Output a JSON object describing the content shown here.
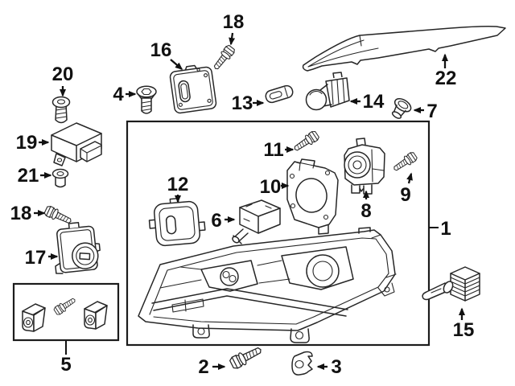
{
  "figure": {
    "background": "#ffffff",
    "line_color": "#262626",
    "callouts": {
      "1": "1",
      "2": "2",
      "3": "3",
      "4": "4",
      "5": "5",
      "6": "6",
      "7": "7",
      "8": "8",
      "9": "9",
      "10": "10",
      "11": "11",
      "12": "12",
      "13": "13",
      "14": "14",
      "15": "15",
      "16": "16",
      "17": "17",
      "18a": "18",
      "18b": "18",
      "19": "19",
      "20": "20",
      "21": "21",
      "22": "22"
    },
    "parts": {
      "1": "headlamp-assembly-box",
      "2": "hex-flange-bolt",
      "3": "retainer-grommet",
      "4": "countersunk-screw",
      "5": "mounting-bracket-kit-box",
      "6": "connector-module",
      "7": "push-clip",
      "8": "igniter-module",
      "9": "hex-bolt",
      "10": "mounting-bracket-plate",
      "11": "hex-bolt",
      "12": "rubber-seal",
      "13": "wedge-bulb",
      "14": "bulb-socket",
      "15": "halogen-bulb",
      "16": "control-module",
      "17": "ballast-module",
      "18": "hex-bolt",
      "19": "relay-module",
      "20": "pan-head-screw",
      "21": "flange-screw",
      "22": "headlamp-trim-strip"
    }
  }
}
